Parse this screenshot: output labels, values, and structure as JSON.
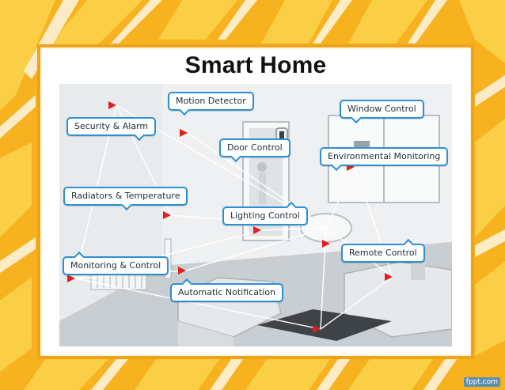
{
  "title": "Smart Home",
  "watermark": "fppt.com",
  "colors": {
    "background": "#f6b21f",
    "frame": "#f0a21a",
    "callout_border": "#2f8fd2",
    "sensor": "#e02020"
  },
  "callouts": [
    {
      "id": "motion_detector",
      "label": "Motion Detector"
    },
    {
      "id": "security_alarm",
      "label": "Security & Alarm"
    },
    {
      "id": "window_control",
      "label": "Window Control"
    },
    {
      "id": "door_control",
      "label": "Door Control"
    },
    {
      "id": "environmental_monitoring",
      "label": "Environmental Monitoring"
    },
    {
      "id": "radiators_temperature",
      "label": "Radiators & Temperature"
    },
    {
      "id": "lighting_control",
      "label": "Lighting Control"
    },
    {
      "id": "remote_control",
      "label": "Remote Control"
    },
    {
      "id": "monitoring_control",
      "label": "Monitoring & Control"
    },
    {
      "id": "automatic_notification",
      "label": "Automatic Notification"
    }
  ]
}
